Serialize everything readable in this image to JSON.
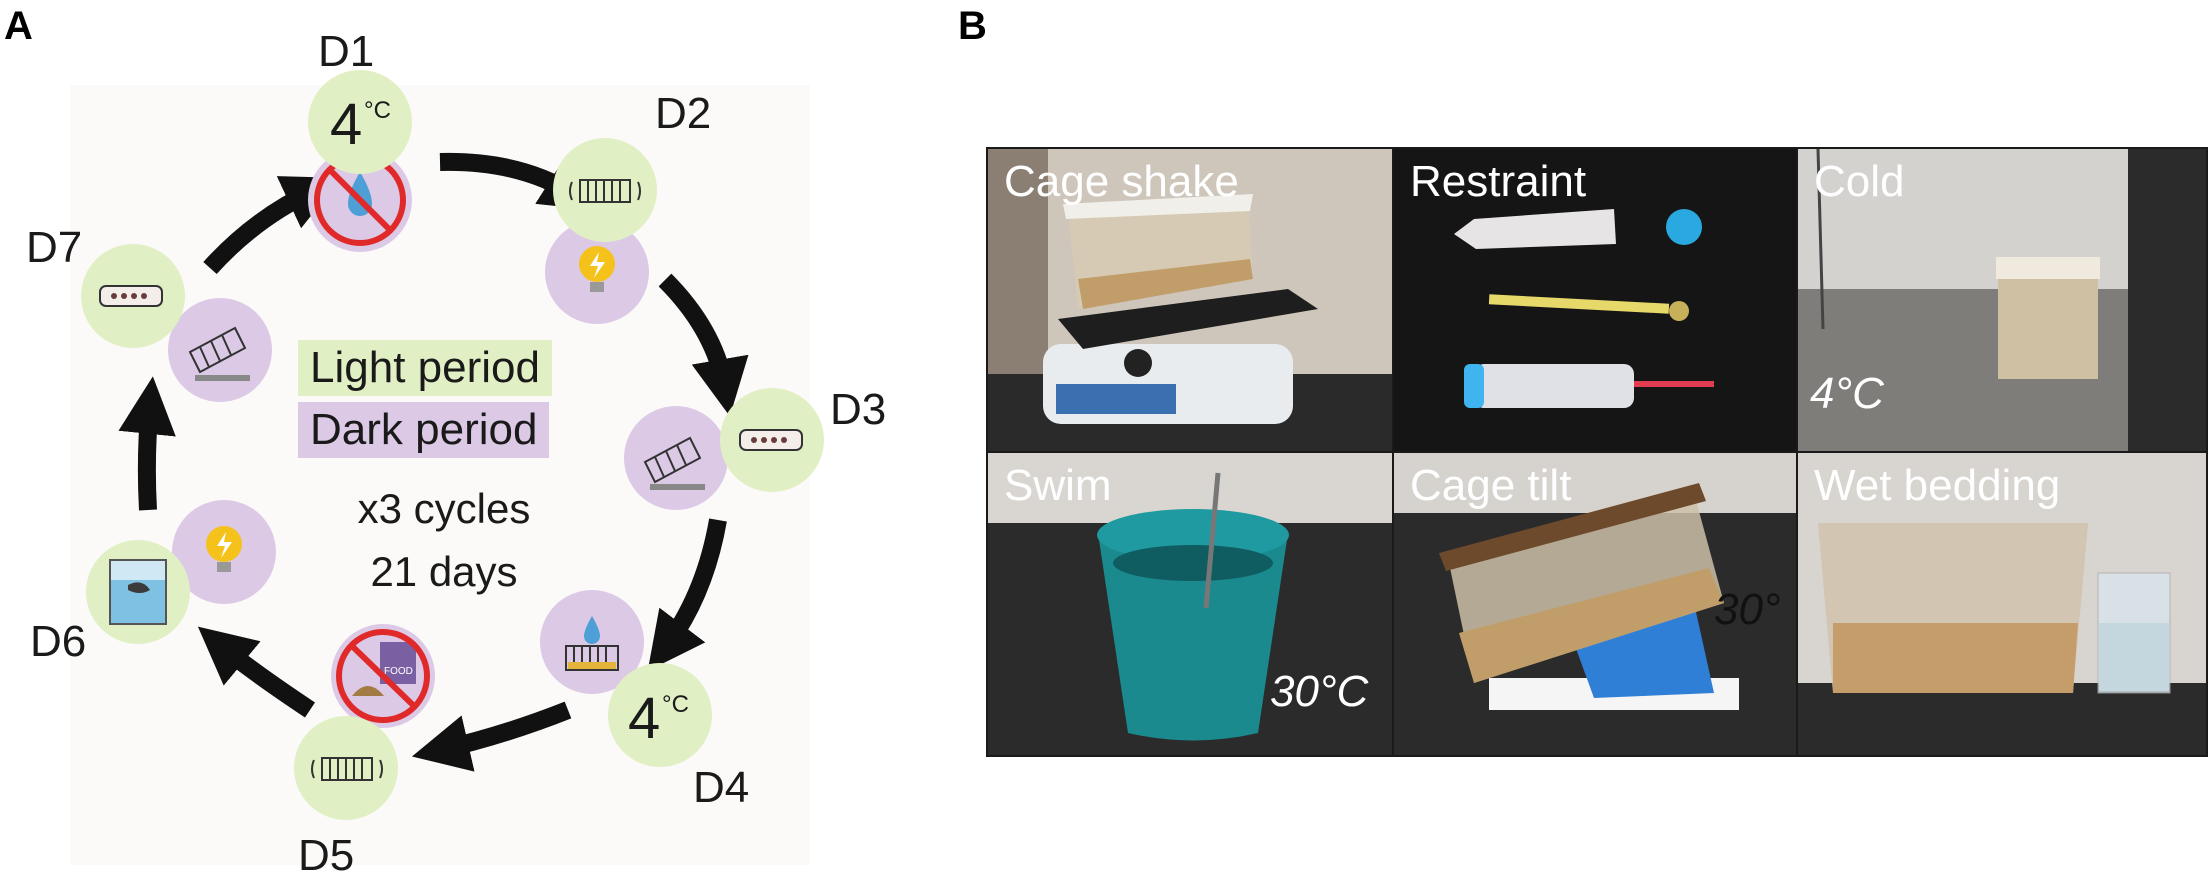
{
  "panel_a": {
    "letter": "A",
    "days": {
      "d1": "D1",
      "d2": "D2",
      "d3": "D3",
      "d4": "D4",
      "d5": "D5",
      "d6": "D6",
      "d7": "D7"
    },
    "cold_value": "4",
    "cold_unit": "°C",
    "legend": {
      "light": "Light period",
      "dark": "Dark period"
    },
    "cycles": "x3 cycles",
    "duration": "21 days",
    "colors": {
      "light_period": "#e1efc4",
      "dark_period": "#dcc9e6",
      "arrow": "#111111",
      "no_symbol": "#e02a2a"
    },
    "icons": [
      "cold-icon",
      "no-water-icon",
      "cage-shake-icon",
      "light-bulb-icon",
      "restraint-tube-icon",
      "cage-tilt-icon",
      "water-drop-icon",
      "wet-cage-icon",
      "no-food-icon",
      "swim-beaker-icon"
    ],
    "food_label": "FOOD"
  },
  "panel_b": {
    "letter": "B",
    "photos": [
      {
        "title": "Cage shake",
        "note": ""
      },
      {
        "title": "Restraint",
        "note": ""
      },
      {
        "title": "Cold",
        "note": "4°C"
      },
      {
        "title": "Swim",
        "note": "30°C"
      },
      {
        "title": "Cage tilt",
        "note": "30°"
      },
      {
        "title": "Wet bedding",
        "note": ""
      }
    ]
  }
}
